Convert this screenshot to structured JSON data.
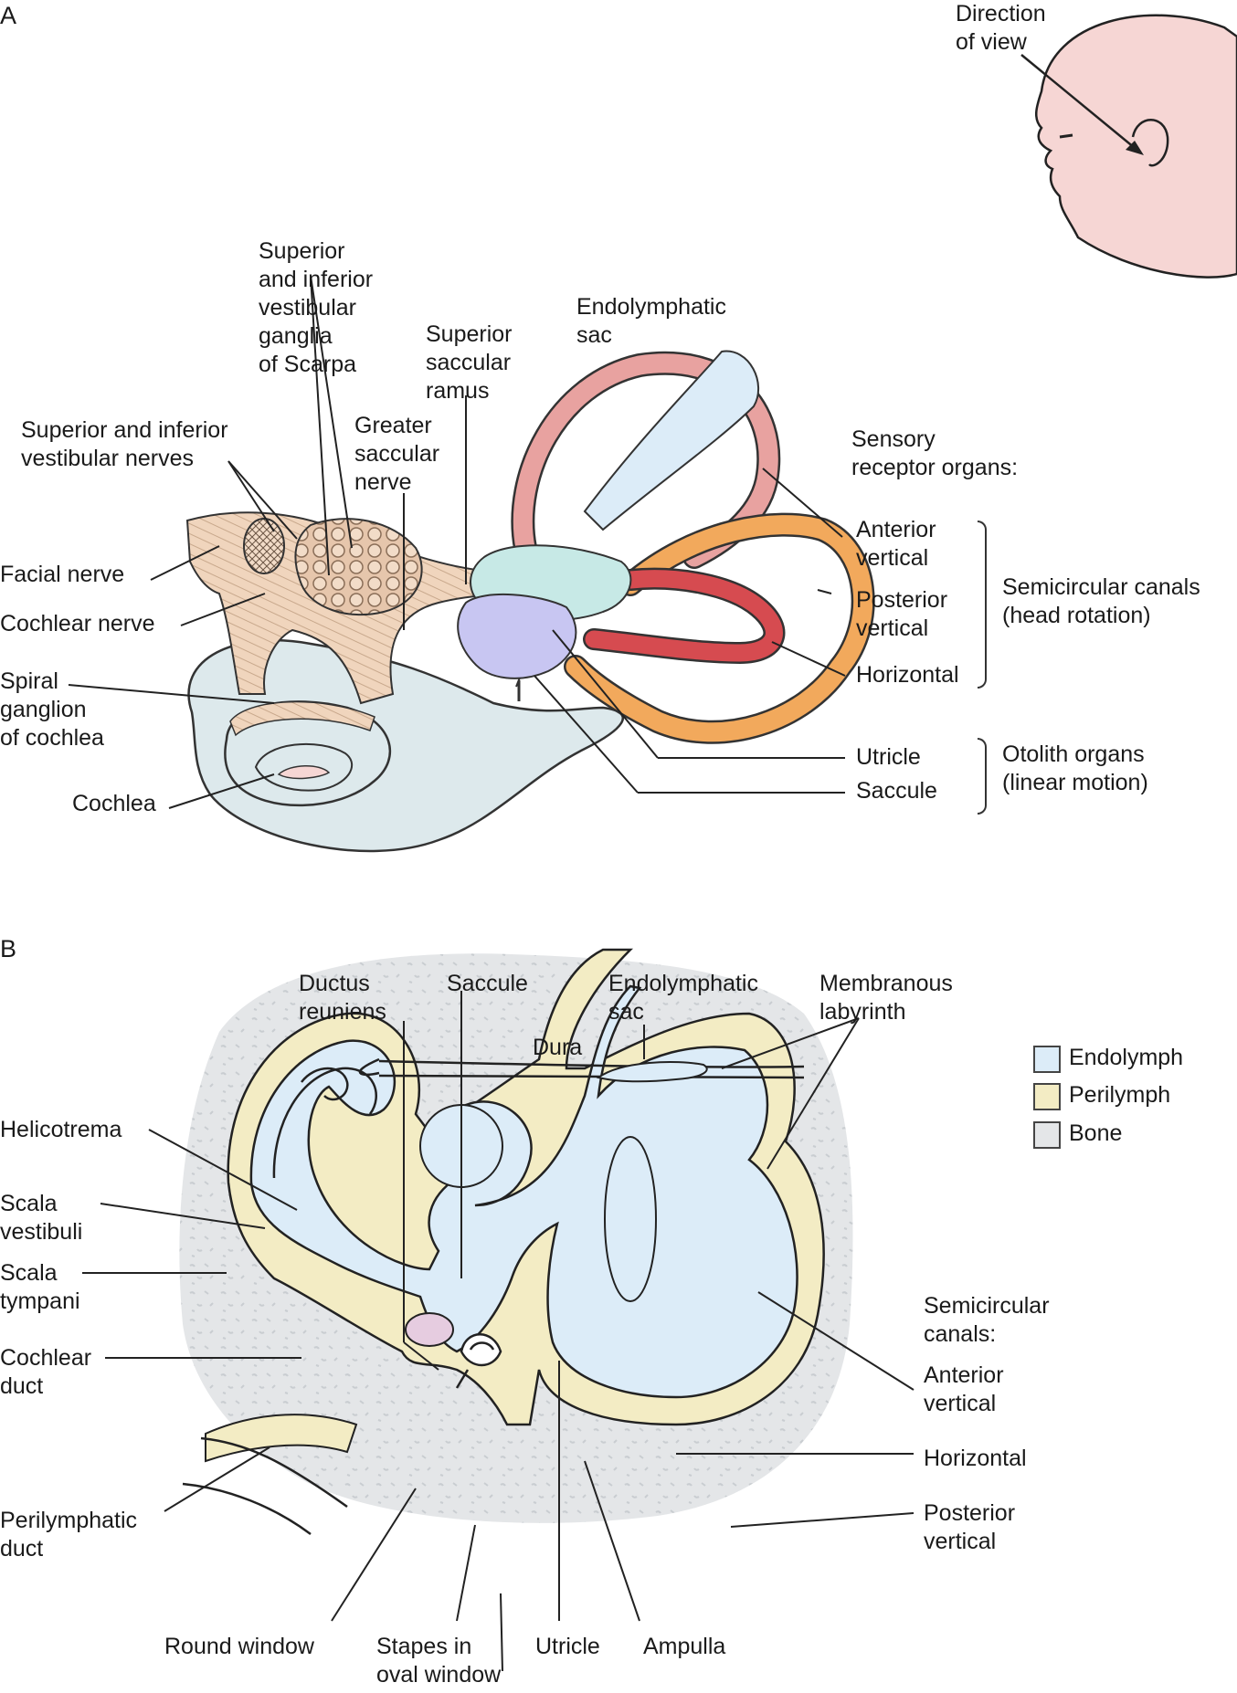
{
  "panel_a": {
    "letter": "A",
    "direction_of_view": "Direction\nof view",
    "labels": {
      "superior_inferior_ganglia": "Superior\nand inferior\nvestibular\nganglia\nof Scarpa",
      "superior_saccular_ramus": "Superior\nsaccular\nramus",
      "endolymphatic_sac": "Endolymphatic\nsac",
      "vestibular_nerves": "Superior and inferior\nvestibular nerves",
      "greater_saccular_nerve": "Greater\nsaccular\nnerve",
      "facial_nerve": "Facial nerve",
      "cochlear_nerve": "Cochlear nerve",
      "spiral_ganglion": "Spiral\nganglion\nof cochlea",
      "cochlea": "Cochlea",
      "sensory_receptor_organs": "Sensory\nreceptor organs:",
      "anterior_vertical": "Anterior\nvertical",
      "posterior_vertical": "Posterior\nvertical",
      "horizontal": "Horizontal",
      "utricle": "Utricle",
      "saccule": "Saccule",
      "semicircular_canals": "Semicircular canals\n(head rotation)",
      "otolith_organs": "Otolith organs\n(linear motion)"
    }
  },
  "panel_b": {
    "letter": "B",
    "labels": {
      "ductus_reuniens": "Ductus\nreuniens",
      "saccule": "Saccule",
      "endolymphatic_sac": "Endolymphatic\nsac",
      "membranous_labyrinth": "Membranous\nlabyrinth",
      "dura": "Dura",
      "helicotrema": "Helicotrema",
      "scala_vestibuli": "Scala\nvestibuli",
      "scala_tympani": "Scala\ntympani",
      "cochlear_duct": "Cochlear\nduct",
      "perilymphatic_duct": "Perilymphatic\nduct",
      "semicircular_canals": "Semicircular\ncanals:",
      "anterior_vertical": "Anterior\nvertical",
      "horizontal": "Horizontal",
      "posterior_vertical": "Posterior\nvertical",
      "round_window": "Round window",
      "stapes": "Stapes in\noval window",
      "utricle": "Utricle",
      "ampulla": "Ampulla"
    },
    "legend": [
      {
        "label": "Endolymph",
        "color": "#dcecf8"
      },
      {
        "label": "Perilymph",
        "color": "#f3ecc4"
      },
      {
        "label": "Bone",
        "color": "#e4e6e8"
      }
    ]
  },
  "colors": {
    "skin": "#f6d6d4",
    "nerve": "#f0d5bd",
    "cochlea": "#dde9ec",
    "utricle": "#c7e9e6",
    "saccule": "#c8c6f2",
    "anterior_canal": "#e8a2a0",
    "posterior_canal": "#f2a95c",
    "horizontal_canal": "#d64b50",
    "endolymphatic_sac": "#dcecf8",
    "bone": "#e4e6e8",
    "perilymph": "#f3ecc4",
    "endolymph": "#dcecf8",
    "round_window": "#e6cce0"
  }
}
